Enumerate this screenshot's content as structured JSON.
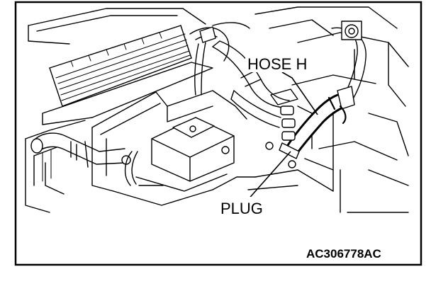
{
  "labels": {
    "hose": "HOSE H",
    "plug": "PLUG"
  },
  "figure_code": "AC306778AC"
}
